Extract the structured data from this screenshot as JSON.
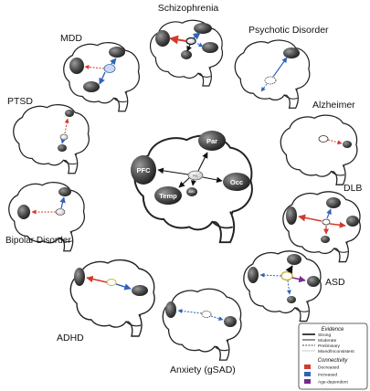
{
  "center": {
    "regions": [
      "Par",
      "PFC",
      "PUL",
      "Occ",
      "Temp",
      "AMG"
    ]
  },
  "conditions": {
    "schizophrenia": "Schizophrenia",
    "mdd": "MDD",
    "psychotic": "Psychotic Disorder",
    "ptsd": "PTSD",
    "alzheimer": "Alzheimer",
    "bipolar": "Bipolar Disorder",
    "dlb": "DLB",
    "adhd": "ADHD",
    "asd": "ASD",
    "anxiety": "Anxiety (gSAD)"
  },
  "legend": {
    "evidence_title": "Evidence",
    "evidence": [
      "Strong",
      "Moderate",
      "Preliminary",
      "Mixed/Inconsistent"
    ],
    "connectivity_title": "Connectivity",
    "connectivity": [
      {
        "label": "Decreased",
        "color": "#d33a2a"
      },
      {
        "label": "Increased",
        "color": "#2f63b8"
      },
      {
        "label": "Age-dependent",
        "color": "#7a2a8c"
      }
    ]
  },
  "colors": {
    "decreased": "#d33a2a",
    "increased": "#2f63b8",
    "age_dependent": "#7a2a8c"
  }
}
